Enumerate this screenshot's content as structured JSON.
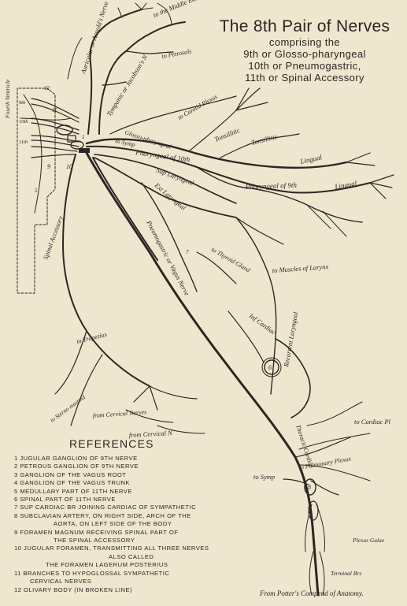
{
  "title": "The 8th Pair of Nerves",
  "subtitle_lines": [
    "comprising the",
    "9th or Glosso-pharyngeal",
    "10th or Pneumogastric,",
    "11th or Spinal Accessory"
  ],
  "labels": {
    "auricular": "Auricular or Arnold's Nerve",
    "middle_ear": "to the Middle Ear",
    "tympanic": "Tympanic or Jacobson's N",
    "petrosals": "to Petrosals",
    "carotid_plexus": "to Carotid Plexus",
    "fourth_ventricle": "Fourth Ventricle",
    "glosso_pharyngeal": "Glosso-pharyngeal",
    "to_symp": "to Symp",
    "tonsillitic_1": "Tonsillitic",
    "tonsillitic_2": "Tonsillitic",
    "lingual_1": "Lingual",
    "lingual_2": "Lingual",
    "pharyngeal_10": "Pharyngeal of 10th",
    "pharyngeal_9": "Pharyngeal of 9th",
    "sup_laryngeal": "Sup Laryngeal",
    "ext_laryngeal": "Ext Laryngeal",
    "pneumogastric": "Pneumogastric or Vagus Nerve",
    "thyroid_gland": "to Thyroid Gland",
    "muscles_larynx": "to Muscles of Larynx",
    "inf_cardiac": "Inf Cardiac",
    "recurrent_laryngeal": "Recurrent Laryngeal",
    "spinal_accessory": "Spinal Accessory",
    "to_trapezius": "to Trapezius",
    "sterno_mastoid": "to Sterno mastoid",
    "from_cervical_nerves": "from Cervical Nerves",
    "from_cervical_n": "from Cervical N",
    "cardiac_pl": "to Cardiac Pl",
    "thoracic_cardiac": "Thoracic Cardiac",
    "pulmonary_plexus": "to Pulmonary Plexus",
    "symp_lower": "to Symp",
    "plexus_gulae": "Plexus Gulae",
    "terminal_brs": "Terminal Brs",
    "num_6": "6",
    "num_8": "8",
    "num_9": "9",
    "num_10": "10",
    "num_11": "11",
    "num_12": "12",
    "root_9": "9th",
    "root_10": "10th",
    "root_11": "11th",
    "num_1": "1",
    "num_5": "5",
    "num_7": "7"
  },
  "references": {
    "heading": "REFERENCES",
    "items": [
      "1 JUGULAR GANGLION OF 9TH NERVE",
      "2 PETROUS GANGLION OF 9TH NERVE",
      "3 GANGLION OF THE VAGUS ROOT",
      "4 GANGLION OF THE VAGUS TRUNK",
      "5 MEDULLARY PART OF 11TH NERVE",
      "6 SPINAL PART OF 11TH NERVE",
      "7 SUP CARDIAC BR JOINING CARDIAC OF SYMPATHETIC",
      "8 SUBCLAVIAN ARTERY, ON RIGHT SIDE, ARCH OF THE",
      "AORTA, ON LEFT SIDE OF THE BODY",
      "9 FORAMEN MAGNUM RECEIVING SPINAL PART OF",
      "THE SPINAL ACCESSORY",
      "10 JUGULAR FORAMEN, TRANSMITTING ALL THREE NERVES",
      "ALSO CALLED",
      "THE FORAMEN LAGERUM POSTERIUS",
      "11 BRANCHES TO HYPOGLOSSAL SYMPATHETIC",
      "CERVICAL NERVES",
      "12 OLIVARY BODY (IN BROKEN LINE)"
    ]
  },
  "credit": "From Potter's Compend of Anatomy."
}
